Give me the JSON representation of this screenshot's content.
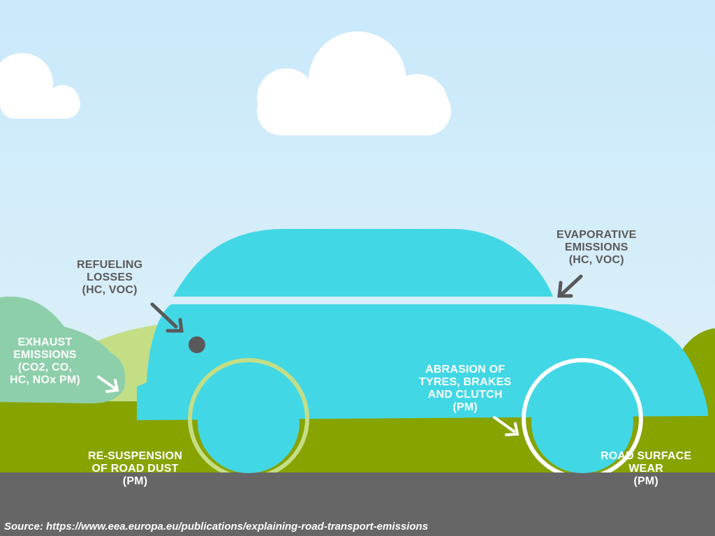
{
  "labels": {
    "refueling": [
      "REFUELING",
      "LOSSES",
      "(HC, VOC)"
    ],
    "evaporative": [
      "EVAPORATIVE",
      "EMISSIONS",
      "(HC, VOC)"
    ],
    "exhaust": [
      "EXHAUST",
      "EMISSIONS",
      "(CO2, CO,",
      "HC, NOx PM)"
    ],
    "abrasion": [
      "ABRASION OF",
      "TYRES, BRAKES",
      "AND CLUTCH",
      "(PM)"
    ],
    "resuspension": [
      "RE-SUSPENSION",
      "OF ROAD DUST",
      "(PM)"
    ],
    "road_wear": [
      "ROAD SURFACE",
      "WEAR",
      "(PM)"
    ]
  },
  "source": "Source: https://www.eea.europa.eu/publications/explaining-road-transport-emissions",
  "colors": {
    "sky_top": "#c9e9fb",
    "sky_bottom": "#e4f2f7",
    "car": "#42d7e5",
    "grass": "#87a300",
    "hill": "#c3de85",
    "bush": "#8ecfab",
    "road": "#666666",
    "label_dark": "#595959",
    "cloud": "#ffffff"
  },
  "icons": {
    "arrow_dark": "arrow-icon",
    "arrow_light": "arrow-icon",
    "refuel_cap": "fuel-cap-icon"
  }
}
